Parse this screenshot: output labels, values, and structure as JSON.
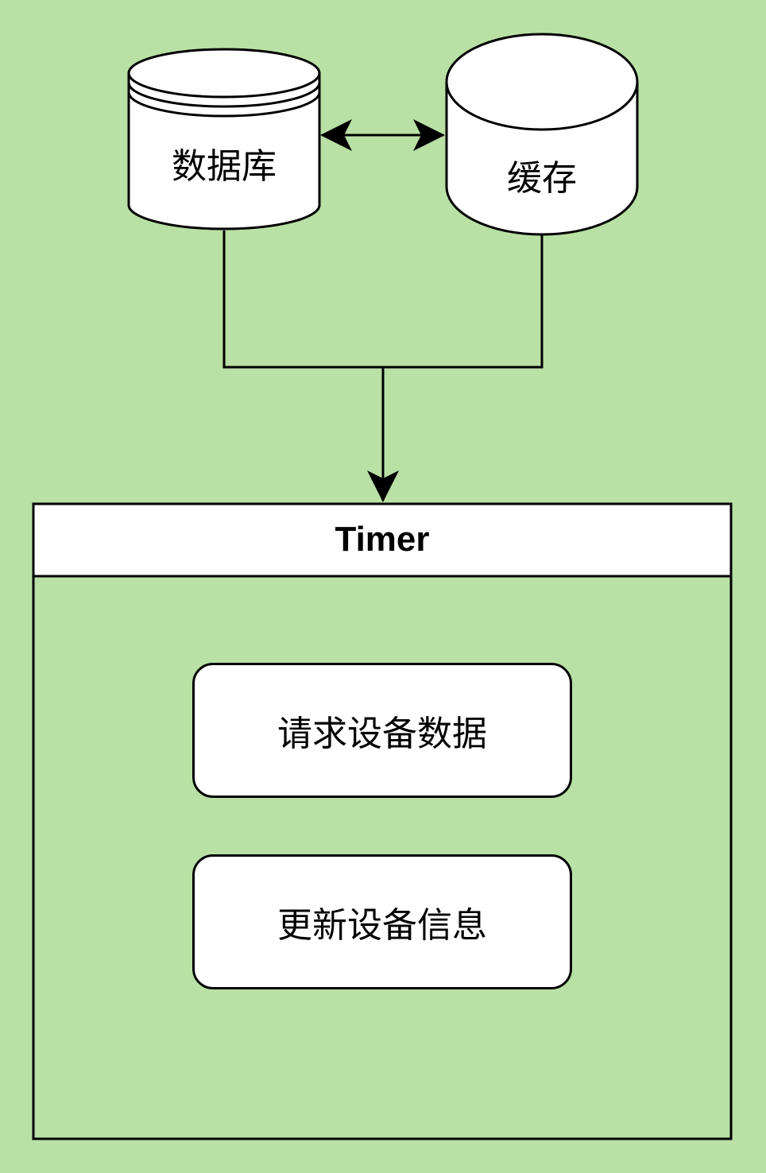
{
  "database": {
    "label": "数据库"
  },
  "cache": {
    "label": "缓存"
  },
  "timer": {
    "title": "Timer",
    "tasks": [
      {
        "label": "请求设备数据"
      },
      {
        "label": "更新设备信息"
      }
    ]
  },
  "colors": {
    "background": "#b9e0a5",
    "stroke": "#000000",
    "fill": "#ffffff"
  }
}
